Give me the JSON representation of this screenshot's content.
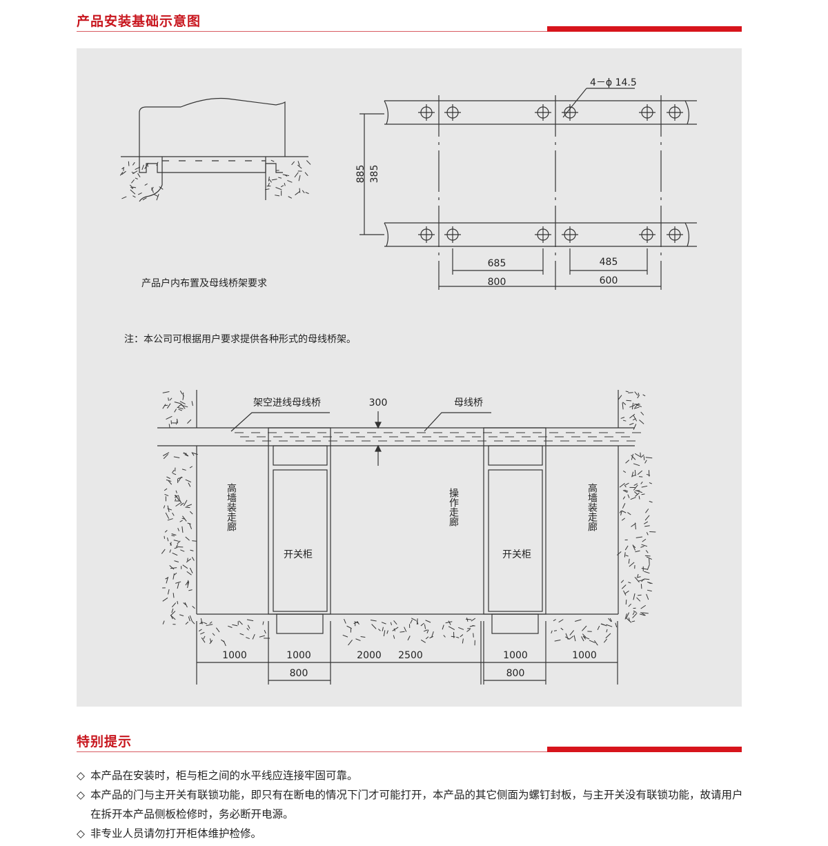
{
  "section1": {
    "title": "产品安装基础示意图"
  },
  "diagram_top_left": {
    "caption": "产品户内布置及母线桥架要求"
  },
  "diagram_top_right": {
    "hole_label": "4－ϕ 14.5",
    "dim_885": "885",
    "dim_385": "385",
    "dim_685": "685",
    "dim_485": "485",
    "dim_800": "800",
    "dim_600": "600"
  },
  "note": "注：本公司可根据用户要求提供各种形式的母线桥架。",
  "diagram_bottom": {
    "overhead_bridge_label": "架空进线母线桥",
    "busbar_bridge_label": "母线桥",
    "dim_300": "300",
    "corridor_left": "高墙装走廊",
    "corridor_right": "高墙装走廊",
    "switch_cabinet_1": "开关柜",
    "switch_cabinet_2": "开关柜",
    "operation_corridor": "操作走廊",
    "dims_row1": [
      "1000",
      "1000",
      "2000",
      "2500",
      "1000",
      "1000"
    ],
    "dims_row2": [
      "800",
      "800"
    ]
  },
  "section2": {
    "title": "特别提示"
  },
  "tips": [
    "本产品在安装时，柜与柜之间的水平线应连接牢固可靠。",
    "本产品的门与主开关有联锁功能，即只有在断电的情况下门才可能打开，本产品的其它侧面为螺钉封板，与主开关没有联锁功能，故请用户在拆开本产品侧板检修时，务必断开电源。",
    "非专业人员请勿打开柜体维护检修。"
  ],
  "tip_bullet": "◇",
  "colors": {
    "accent": "#c8161e",
    "panel": "#e8e8e8"
  }
}
